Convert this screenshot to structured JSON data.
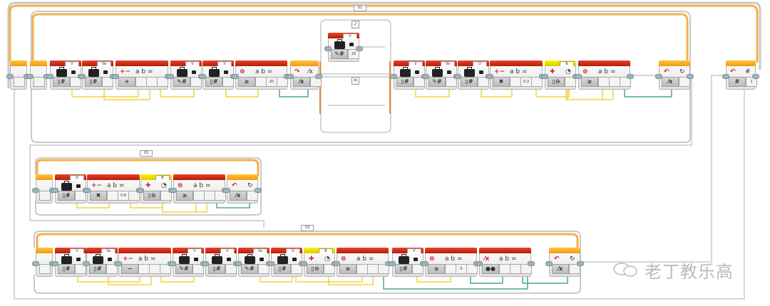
{
  "loops": [
    {
      "label": "01"
    },
    {
      "label": "02"
    },
    {
      "label": "03"
    }
  ],
  "switch": {
    "true_case": "✓",
    "false_case": "✕",
    "true_block": {
      "kind": "variable",
      "label": "V",
      "mode": "write-numeric",
      "value": "20"
    }
  },
  "rows": [
    [
      {
        "kind": "loop_start"
      },
      {
        "kind": "loop_start"
      },
      {
        "kind": "variable",
        "label": "V",
        "mode": "read-numeric"
      },
      {
        "kind": "variable",
        "label": "Ve",
        "mode": "read-numeric"
      },
      {
        "kind": "math",
        "mode": "add"
      },
      {
        "kind": "variable",
        "label": "V",
        "mode": "write-numeric"
      },
      {
        "kind": "variable",
        "label": "V",
        "mode": "read-numeric"
      },
      {
        "kind": "compare",
        "mode": "greater-equal",
        "value": "20"
      },
      {
        "kind": "switch_head",
        "mode": "logic"
      },
      {
        "kind": "variable",
        "label": "V",
        "mode": "read-numeric"
      },
      {
        "kind": "variable",
        "label": "Ve",
        "mode": "write-numeric"
      },
      {
        "kind": "variable",
        "label": "D",
        "mode": "read-numeric"
      },
      {
        "kind": "math",
        "mode": "multiply",
        "value": "0.3"
      },
      {
        "kind": "motor_rotation",
        "label": "B",
        "mode": "measure-degrees"
      },
      {
        "kind": "compare",
        "mode": "greater-equal"
      },
      {
        "kind": "loop_end",
        "mode": "logic"
      },
      {
        "kind": "loop_count_end",
        "mode": "count",
        "value": "1"
      }
    ],
    [
      {
        "kind": "loop_start"
      },
      {
        "kind": "variable",
        "label": "D",
        "mode": "read-numeric"
      },
      {
        "kind": "math",
        "mode": "multiply",
        "value": "0.8"
      },
      {
        "kind": "motor_rotation",
        "label": "B",
        "mode": "measure-degrees"
      },
      {
        "kind": "compare",
        "mode": "greater-equal"
      },
      {
        "kind": "loop_end",
        "mode": "logic"
      }
    ],
    [
      {
        "kind": "loop_start"
      },
      {
        "kind": "variable",
        "label": "V",
        "mode": "read-numeric"
      },
      {
        "kind": "variable",
        "label": "Va",
        "mode": "read-numeric"
      },
      {
        "kind": "math",
        "mode": "subtract"
      },
      {
        "kind": "variable",
        "label": "V",
        "mode": "write-numeric"
      },
      {
        "kind": "variable",
        "label": "V",
        "mode": "read-numeric"
      },
      {
        "kind": "variable",
        "label": "Va",
        "mode": "write-numeric"
      },
      {
        "kind": "variable",
        "label": "D",
        "mode": "read-numeric"
      },
      {
        "kind": "motor_rotation",
        "label": "B",
        "mode": "measure-degrees"
      },
      {
        "kind": "compare",
        "mode": "greater-equal"
      },
      {
        "kind": "variable",
        "label": "V",
        "mode": "read-numeric"
      },
      {
        "kind": "compare",
        "mode": "less-equal",
        "value": "0"
      },
      {
        "kind": "logic_ops",
        "mode": "or"
      },
      {
        "kind": "loop_end",
        "mode": "logic"
      }
    ]
  ],
  "watermark": "老丁教乐高",
  "colors": {
    "block_red": "#c8290f",
    "sensor_yellow": "#f2ea00",
    "flow_orange": "#f7a21b",
    "numeric_wire": "#f5d23c",
    "logic_wire": "#4aaa8a"
  }
}
